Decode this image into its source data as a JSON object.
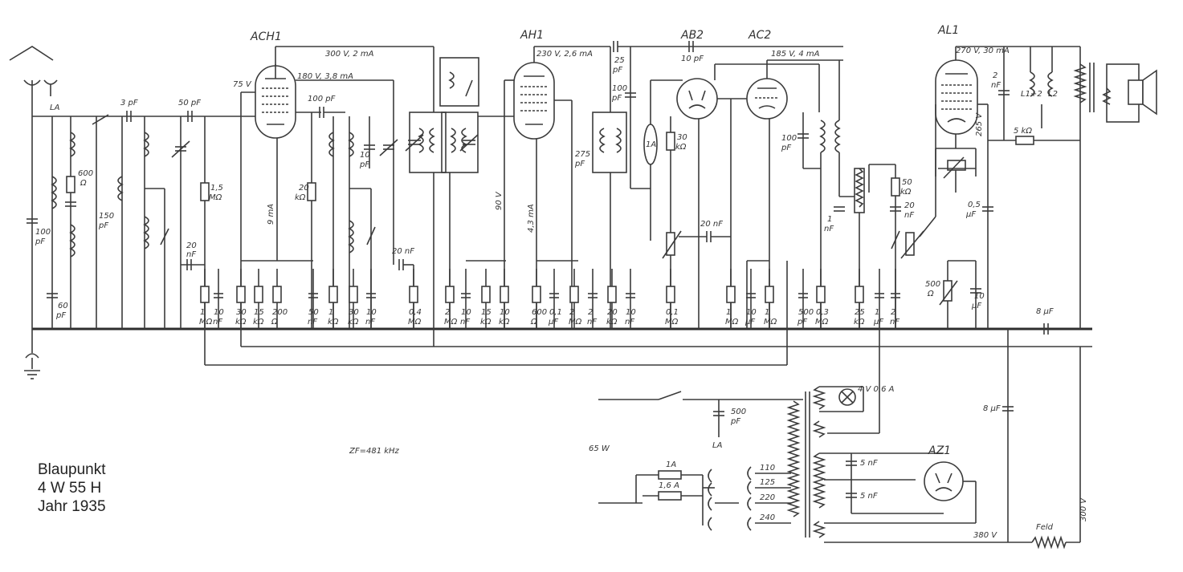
{
  "caption": {
    "brand": "Blaupunkt",
    "model": "4 W 55 H",
    "year": "Jahr 1935"
  },
  "tubes": [
    "ACH1",
    "AH1",
    "AB2",
    "AC2",
    "AL1",
    "AZ1"
  ],
  "notes": {
    "if_frequency": "ZF=481 kHz",
    "power": "65 W",
    "ach1_voltage": "300 V, 2 mA",
    "ah1_voltage": "230 V, 2,6 mA",
    "ac2_voltage": "185 V, 4 mA",
    "al1_voltage": "270 V, 30 mA",
    "ach1_cathode": "75 V",
    "ach1_screen": "180 V, 3,8 mA",
    "v90": "90 V",
    "ma9": "9 mA",
    "ma43": "4,3 mA",
    "v265": "265 V",
    "v380": "380 V",
    "v300": "300 V",
    "antenna": "LA",
    "dial_lamp": "4 V 0,6 A",
    "field_coil": "Feld",
    "tube_1a": "1A",
    "mains_lower": "LA",
    "speaker_coils": "L1+2",
    "speaker_coil2": "L2"
  },
  "component_labels": {
    "c3pf": "3 pF",
    "c50pf": "50 pF",
    "r600": "600",
    "r600_unit": "Ω",
    "c150": "150",
    "c150_unit": "pF",
    "c100pf_ant": "100",
    "c100pf_ant_unit": "pF",
    "c60": "60",
    "c60_unit": "pF",
    "r15m": "1,5",
    "r15m_unit": "MΩ",
    "c20pf": "20",
    "c20pf_unit": "nF",
    "c100pf_osc": "100 pF",
    "r20k": "20",
    "r20k_unit": "kΩ",
    "c10pf": "10",
    "c10pf_unit": "pF",
    "c20nf": "20 nF",
    "c25": "25",
    "c25_unit": "pF",
    "c100b": "100",
    "c100b_unit": "pF",
    "c275": "275",
    "c275_unit": "pF",
    "c10df": "10 pF",
    "r30k": "30",
    "r30k_unit": "kΩ",
    "c20nf_b": "20 nF",
    "c100pf_c": "100",
    "c100pf_c_unit": "pF",
    "c1nf": "1",
    "c1nf_unit": "nF",
    "r50k": "50",
    "r50k_unit": "kΩ",
    "c20nf_c": "20",
    "c20nf_c_unit": "nF",
    "c2nf": "2",
    "c2nf_unit": "nF",
    "r5k": "5 kΩ",
    "c05": "0,5",
    "c05_unit": "µF",
    "r500": "500",
    "r500_unit": "Ω",
    "c10uf": "10",
    "c10uf_unit": "µF",
    "c8uf_a": "8 µF",
    "c8uf_b": "8 µF",
    "c500pf": "500",
    "c500pf_unit": "pF",
    "c5nf_a": "5 nF",
    "c5nf_b": "5 nF",
    "fuse1": "1A",
    "fuse2": "1,6 A",
    "tap110": "110",
    "tap125": "125",
    "tap220": "220",
    "tap240": "240"
  },
  "bottom_values": [
    {
      "v": "1",
      "u": "MΩ"
    },
    {
      "v": "10",
      "u": "nF"
    },
    {
      "v": "30",
      "u": "kΩ"
    },
    {
      "v": "15",
      "u": "kΩ"
    },
    {
      "v": "200",
      "u": "Ω"
    },
    {
      "v": "50",
      "u": "nF"
    },
    {
      "v": "1",
      "u": "kΩ"
    },
    {
      "v": "30",
      "u": "kΩ"
    },
    {
      "v": "10",
      "u": "nF"
    },
    {
      "v": "0,4",
      "u": "MΩ"
    },
    {
      "v": "2",
      "u": "MΩ"
    },
    {
      "v": "10",
      "u": "nF"
    },
    {
      "v": "15",
      "u": "kΩ"
    },
    {
      "v": "10",
      "u": "kΩ"
    },
    {
      "v": "600",
      "u": "Ω"
    },
    {
      "v": "0,1",
      "u": "µF"
    },
    {
      "v": "2",
      "u": "MΩ"
    },
    {
      "v": "2",
      "u": "nF"
    },
    {
      "v": "20",
      "u": "kΩ"
    },
    {
      "v": "10",
      "u": "nF"
    },
    {
      "v": "0,1",
      "u": "MΩ"
    },
    {
      "v": "1",
      "u": "MΩ"
    },
    {
      "v": "10",
      "u": "µF"
    },
    {
      "v": "1",
      "u": "MΩ"
    },
    {
      "v": "500",
      "u": "pF"
    },
    {
      "v": "0,3",
      "u": "MΩ"
    },
    {
      "v": "25",
      "u": "kΩ"
    },
    {
      "v": "1",
      "u": "µF"
    },
    {
      "v": "2",
      "u": "nF"
    }
  ]
}
